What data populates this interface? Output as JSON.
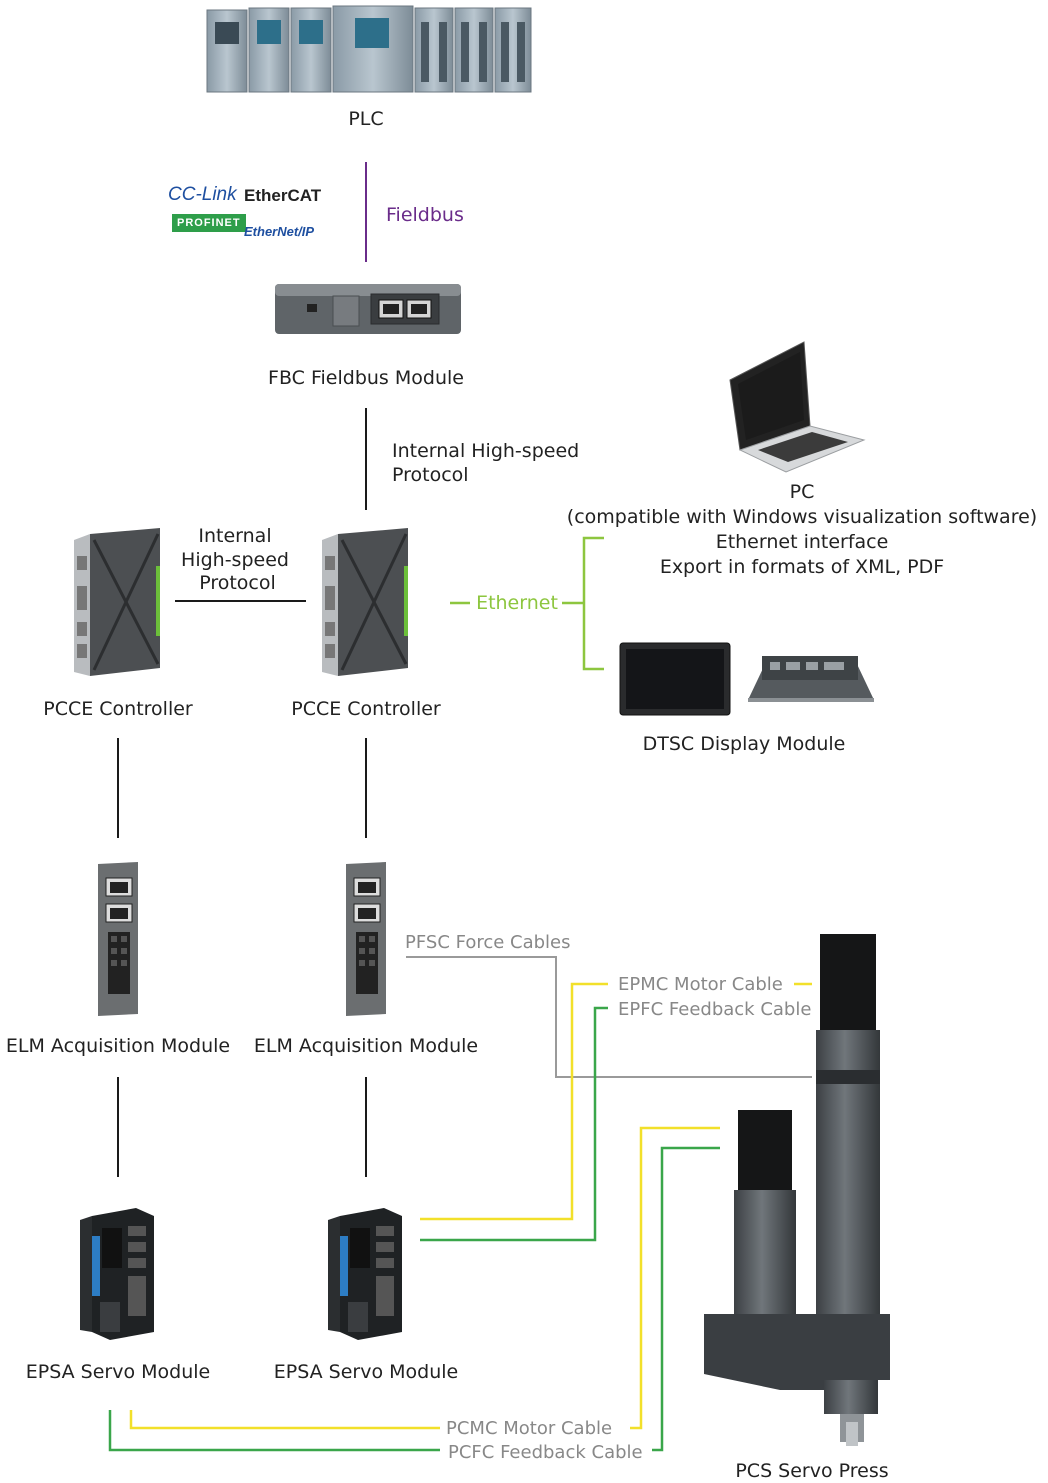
{
  "nodes": {
    "plc": "PLC",
    "fbc": "FBC Fieldbus Module",
    "pcce_left": "PCCE Controller",
    "pcce_right": "PCCE Controller",
    "elm_left": "ELM Acquisition Module",
    "elm_right": "ELM Acquisition Module",
    "epsa_left": "EPSA Servo Module",
    "epsa_right": "EPSA Servo Module",
    "pc_title": "PC",
    "pc_line1": "(compatible with Windows visualization software)",
    "pc_line2": "Ethernet interface",
    "pc_line3": "Export in formats of XML, PDF",
    "dtsc": "DTSC Display Module",
    "pcs": "PCS Servo Press"
  },
  "edges": {
    "fieldbus": "Fieldbus",
    "internal_vertical_1": "Internal High-speed",
    "internal_vertical_2": "Protocol",
    "internal_horiz_1": "Internal",
    "internal_horiz_2": "High-speed",
    "internal_horiz_3": "Protocol",
    "ethernet": "Ethernet",
    "pfsc": "PFSC Force Cables",
    "epmc": "EPMC Motor Cable",
    "epfc": "EPFC Feedback Cable",
    "pcmc": "PCMC Motor  Cable",
    "pcfc": "PCFC Feedback Cable"
  },
  "protocols": [
    "CC-Link",
    "EtherCAT",
    "PROFINET",
    "EtherNet/IP"
  ],
  "colors": {
    "fieldbus": "#6a2c8a",
    "ethernet": "#8dc63f",
    "motor_cable": "#f2e02a",
    "feedback_cable": "#3aa64a",
    "force_cable": "#9a9a9a",
    "line": "#1a1a1a"
  }
}
